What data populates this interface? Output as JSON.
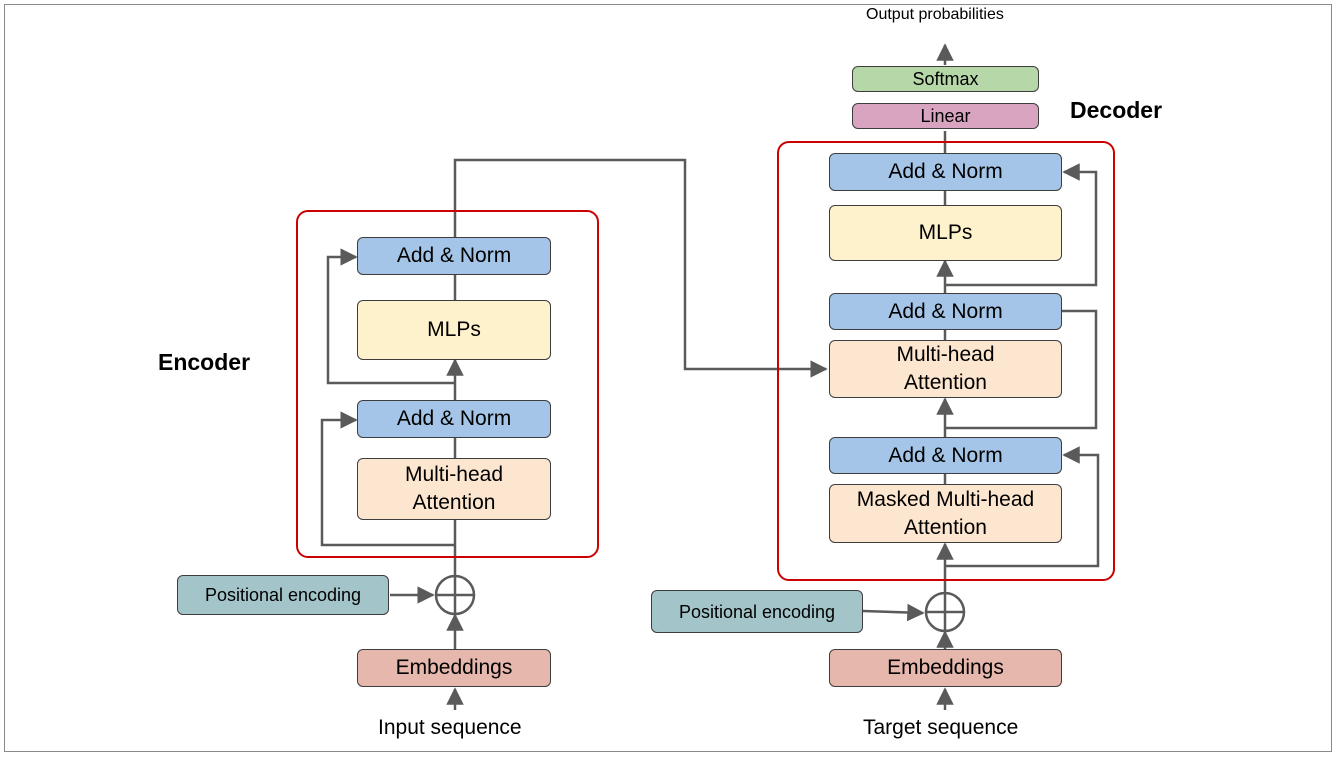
{
  "labels": {
    "output": "Output probabilities",
    "decoder": "Decoder",
    "encoder": "Encoder",
    "input_sequence": "Input sequence",
    "target_sequence": "Target sequence"
  },
  "encoder": {
    "add_norm_top": "Add & Norm",
    "mlps": "MLPs",
    "add_norm_bottom": "Add & Norm",
    "attention": "Multi-head\nAttention",
    "positional_encoding": "Positional encoding",
    "embeddings": "Embeddings"
  },
  "decoder": {
    "softmax": "Softmax",
    "linear": "Linear",
    "add_norm_top": "Add & Norm",
    "mlps": "MLPs",
    "add_norm_mid": "Add & Norm",
    "cross_attention": "Multi-head\nAttention",
    "add_norm_bottom": "Add & Norm",
    "masked_attention": "Masked Multi-head\nAttention",
    "positional_encoding": "Positional encoding",
    "embeddings": "Embeddings"
  },
  "colors": {
    "add_norm": "#a4c5e8",
    "mlp": "#fef2cc",
    "attention": "#fde6cf",
    "embeddings": "#e6b8ad",
    "positional_encoding": "#a3c4c8",
    "linear": "#d8a4c0",
    "softmax": "#b6d7a8",
    "block_outline": "#cc0000",
    "connector": "#5a5a5a"
  }
}
